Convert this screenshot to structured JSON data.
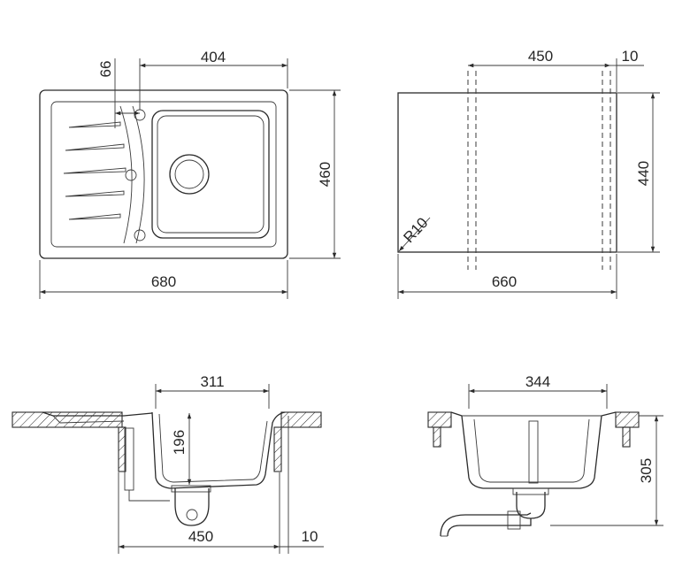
{
  "dimensions": {
    "top_left": {
      "offset": "66",
      "bowl_width": "404",
      "height": "460",
      "width": "680"
    },
    "top_right": {
      "inner_width": "450",
      "flange": "10",
      "height": "440",
      "width": "660",
      "radius": "R10"
    },
    "bottom_left": {
      "bowl_width": "311",
      "bowl_depth": "196",
      "cabinet": "450",
      "gap": "10"
    },
    "bottom_right": {
      "bowl_width": "344",
      "depth": "305"
    }
  }
}
